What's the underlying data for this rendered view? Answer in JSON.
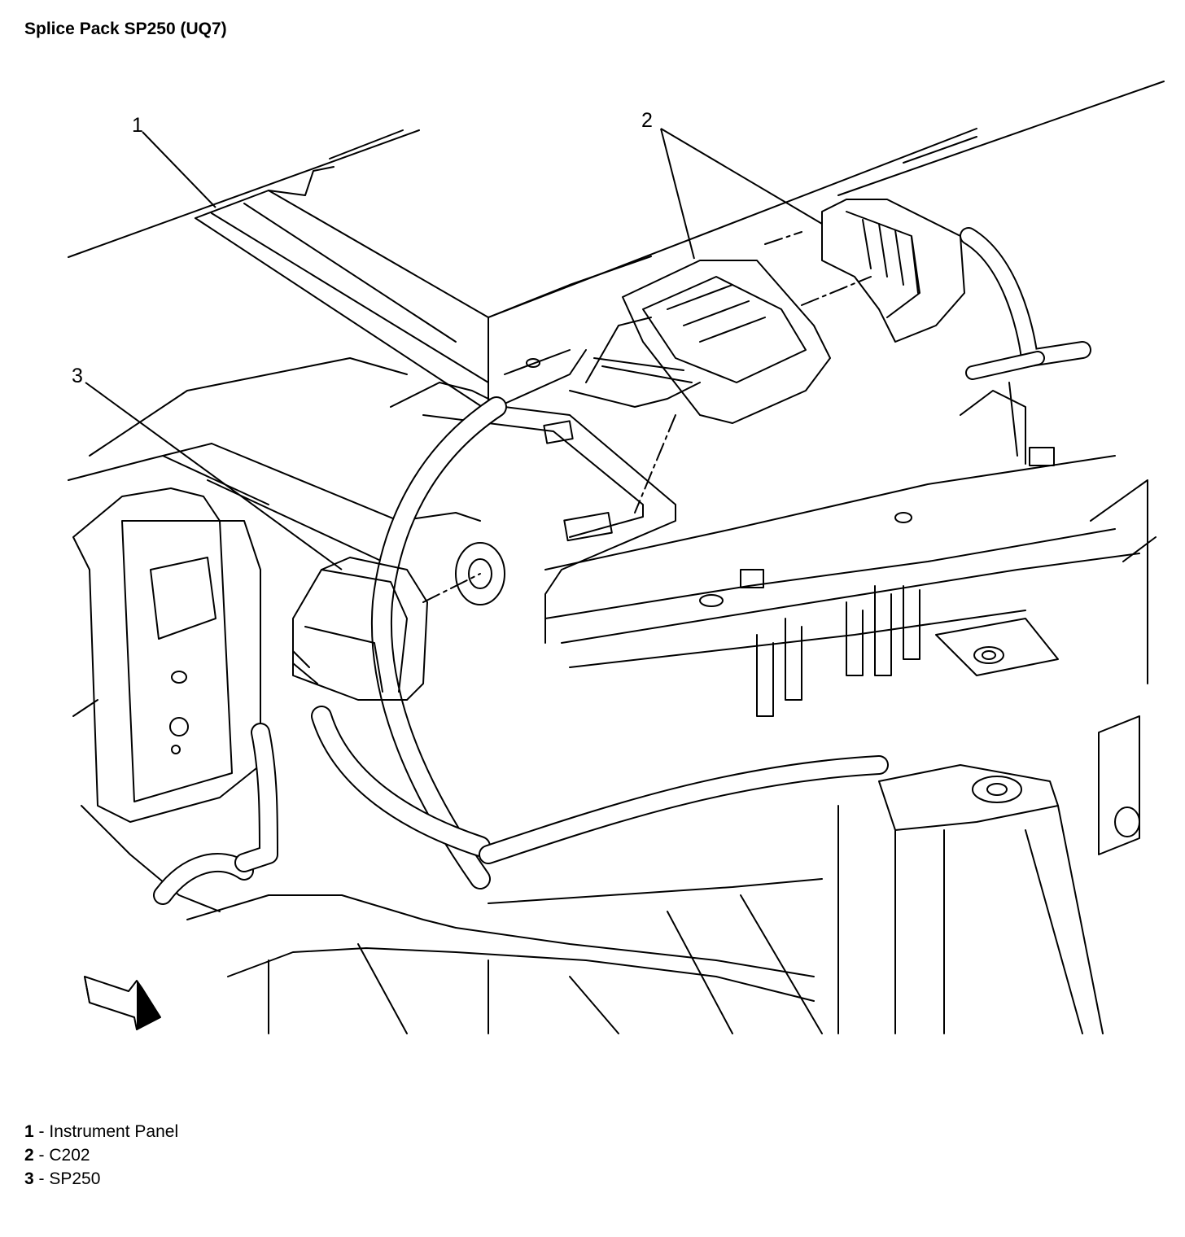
{
  "title": "Splice Pack SP250 (UQ7)",
  "callouts": [
    {
      "num": "1"
    },
    {
      "num": "2"
    },
    {
      "num": "3"
    }
  ],
  "legend": [
    {
      "num": "1",
      "sep": " - ",
      "label": "Instrument Panel"
    },
    {
      "num": "2",
      "sep": " - ",
      "label": "C202"
    },
    {
      "num": "3",
      "sep": " - ",
      "label": "SP250"
    }
  ],
  "colors": {
    "line": "#000000",
    "background": "#ffffff"
  },
  "icons": [
    "direction-arrow-icon"
  ]
}
